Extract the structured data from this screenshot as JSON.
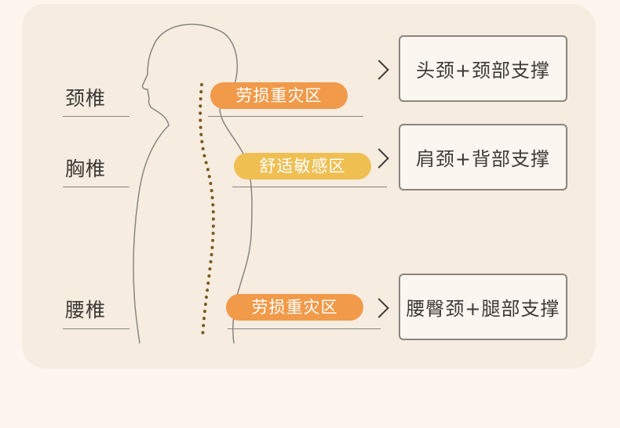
{
  "regions": [
    {
      "label": "颈椎",
      "tag": "劳损重灾区",
      "tag_color": "#f19a4a",
      "support": "头颈+颈部支撑"
    },
    {
      "label": "胸椎",
      "tag": "舒适敏感区",
      "tag_color": "#efbf52",
      "support": "肩颈+背部支撑"
    },
    {
      "label": "腰椎",
      "tag": "劳损重灾区",
      "tag_color": "#f19a4a",
      "support": "腰臀颈+腿部支撑"
    }
  ],
  "colors": {
    "spine_dots": "#7a5a1e",
    "outline": "#8a8580",
    "background": "#f6ece0"
  }
}
